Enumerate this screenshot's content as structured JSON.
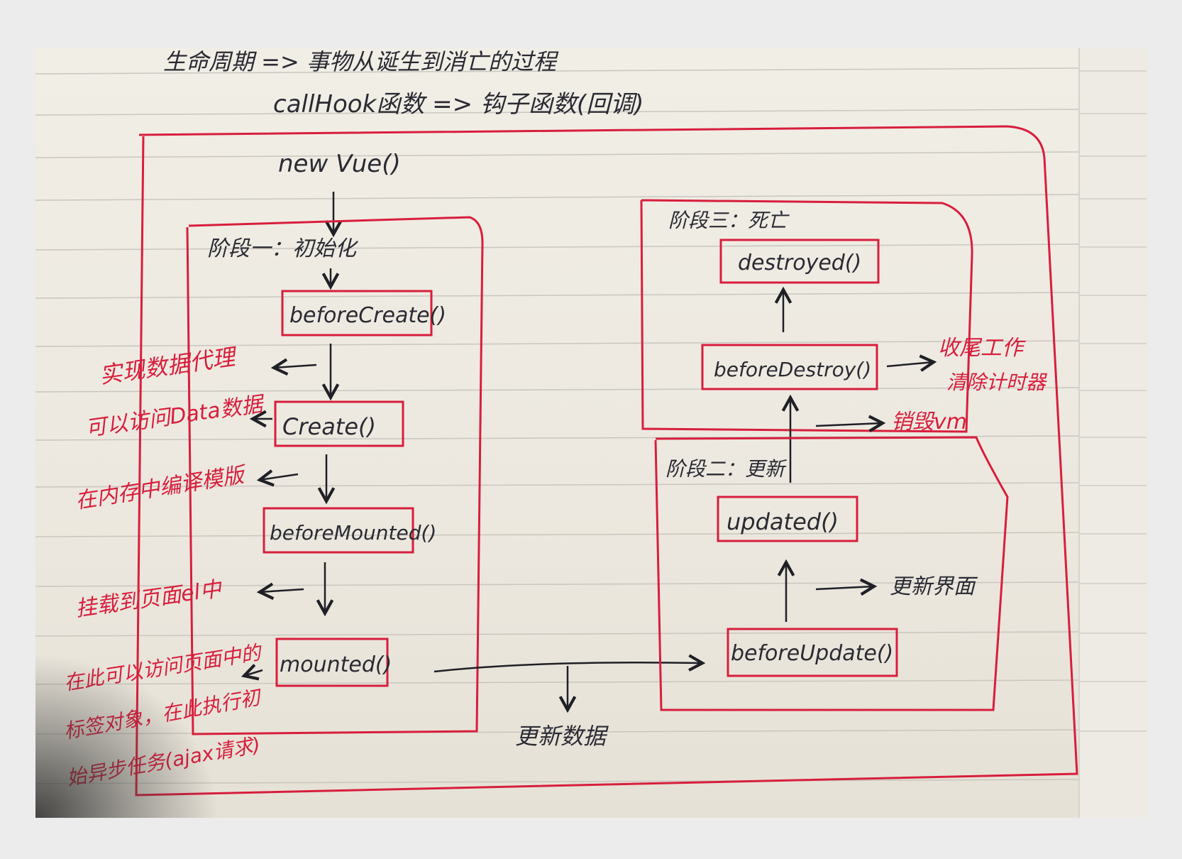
{
  "header": {
    "line1": "生命周期 => 事物从诞生到消亡的过程",
    "line2": "callHook函数 => 钩子函数(回调)"
  },
  "nodes": {
    "start": "new Vue()",
    "before_create": "beforeCreate()",
    "created": "Create()",
    "before_mount": "beforeMounted()",
    "mounted": "mounted()",
    "before_update": "beforeUpdate()",
    "updated": "updated()",
    "before_destroy": "beforeDestroy()",
    "destroyed": "destroyed()"
  },
  "stages": {
    "init": "阶段一：初始化",
    "update": "阶段二：更新",
    "destroy": "阶段三：死亡"
  },
  "notes": {
    "data_proxy": "实现数据代理",
    "access_data": "可以访问Data数据",
    "compile_template": "在内存中编译模版",
    "mount_el": "挂载到页面el中",
    "mounted_line1": "在此可以访问页面中的",
    "mounted_line2": "标签对象，在此执行初",
    "mounted_line3": "始异步任务(ajax请求)",
    "update_data": "更新数据",
    "update_view": "更新界面",
    "cleanup_line1": "收尾工作",
    "cleanup_line2": "清除计时器",
    "destroy_vm": "销毁vm"
  },
  "colors": {
    "ink": "#1f1f26",
    "red_pen": "#d81e3c",
    "paper": "#efebe3",
    "rule_line": "#c9c6c0"
  }
}
